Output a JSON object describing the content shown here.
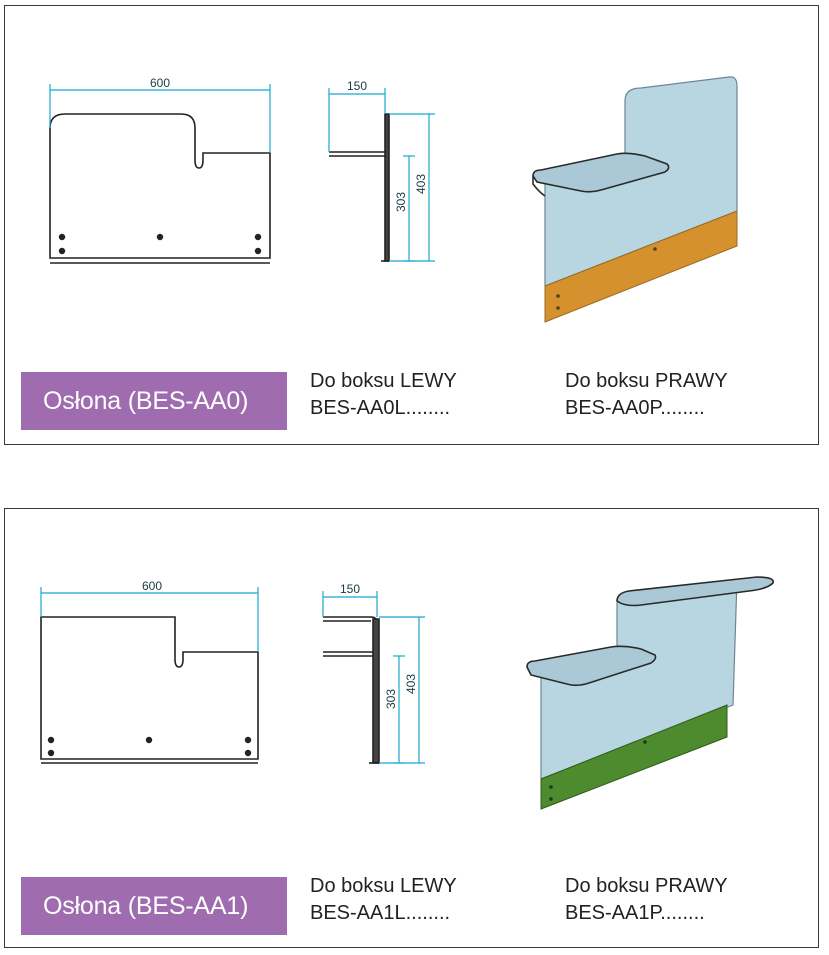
{
  "panels": [
    {
      "badge": "Osłona (BES-AA0)",
      "left_label_title": "Do boksu LEWY",
      "left_label_code": "BES-AA0L........",
      "right_label_title": "Do boksu PRAWY",
      "right_label_code": "BES-AA0P........",
      "dim_width": "600",
      "dim_depth": "150",
      "dim_height_inner": "303",
      "dim_height_outer": "403",
      "base_color": "#d4912e"
    },
    {
      "badge": "Osłona (BES-AA1)",
      "left_label_title": "Do boksu LEWY",
      "left_label_code": "BES-AA1L........",
      "right_label_title": "Do boksu PRAWY",
      "right_label_code": "BES-AA1P........",
      "dim_width": "600",
      "dim_depth": "150",
      "dim_height_inner": "303",
      "dim_height_outer": "403",
      "base_color": "#4e8a2e"
    }
  ],
  "colors": {
    "badge": "#a06cb0",
    "dimension_line": "#19a8cf",
    "glass": "#b7d6e2",
    "frame": "#3a3a3a"
  }
}
